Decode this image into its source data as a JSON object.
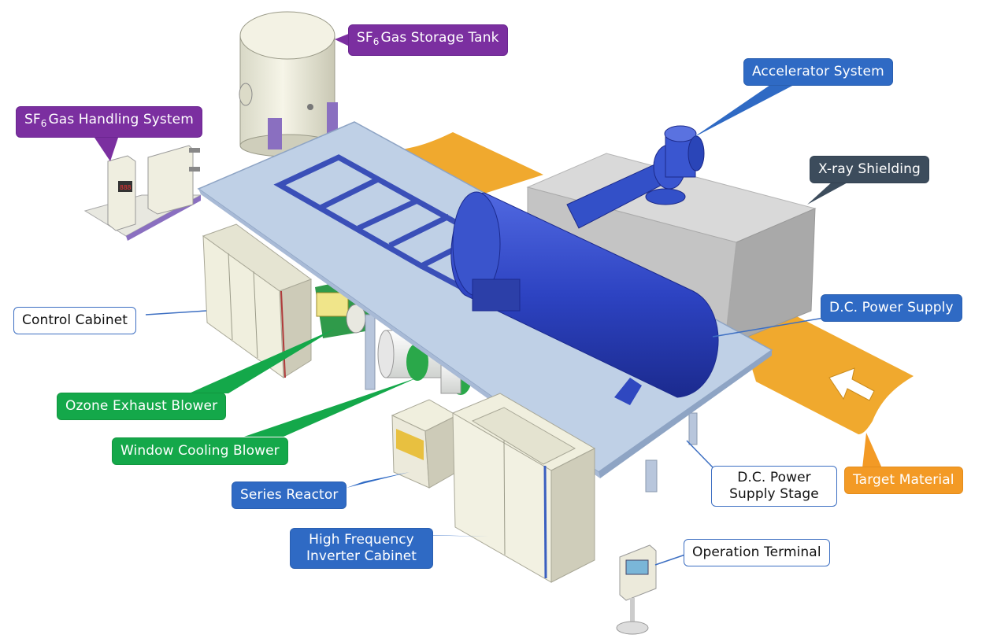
{
  "labels": {
    "sf6_tank": {
      "prefix": "SF",
      "subscript": "6",
      "suffix": "Gas Storage Tank"
    },
    "sf6_handling": {
      "prefix": "SF",
      "subscript": "6",
      "suffix": "Gas Handling System"
    },
    "accelerator": "Accelerator System",
    "xray_shielding": "X-ray Shielding",
    "dc_power_supply": "D.C. Power Supply",
    "control_cabinet": "Control Cabinet",
    "ozone_blower": "Ozone Exhaust Blower",
    "window_blower": "Window Cooling Blower",
    "series_reactor": "Series Reactor",
    "hf_inverter": {
      "line1": "High Frequency",
      "line2": "Inverter Cabinet"
    },
    "dc_stage": {
      "line1": "D.C. Power",
      "line2": "Supply Stage"
    },
    "target_material": "Target Material",
    "operation_terminal": "Operation Terminal"
  },
  "colors": {
    "purple_label": "#7b2fa0",
    "blue_label": "#2f6ac4",
    "dark_label": "#3c4c5c",
    "green_label": "#14a84a",
    "orange_label": "#f39a25",
    "accelerator_body": "#2b3fb8",
    "platform": "#bfd0e6",
    "shield": "#cfcfcf",
    "target_material": "#f0a92e",
    "cabinet": "#eeeddc"
  }
}
